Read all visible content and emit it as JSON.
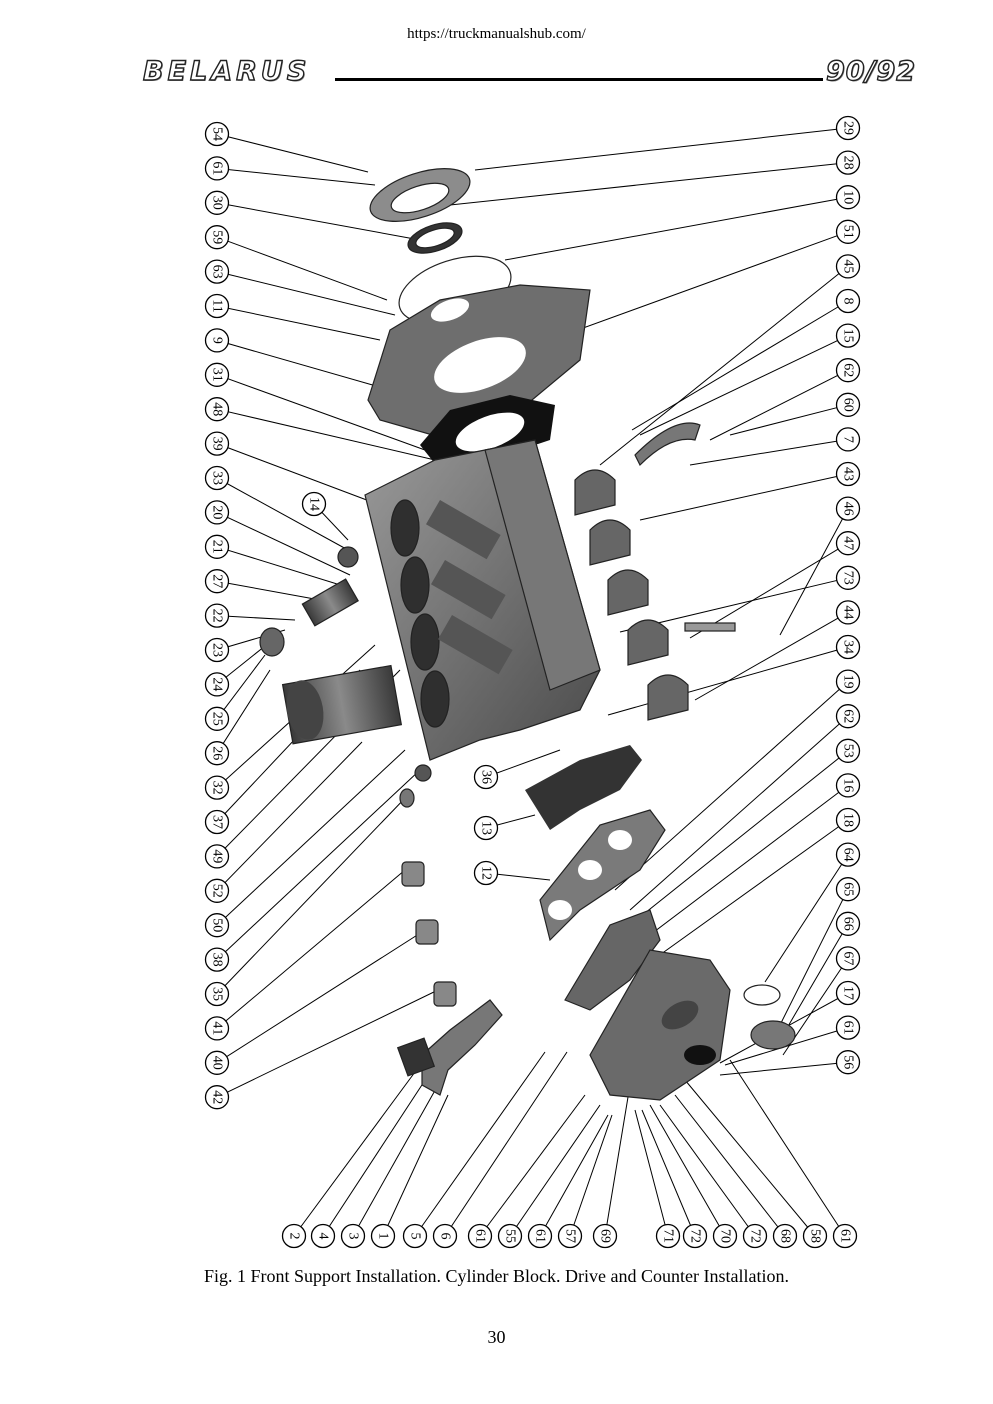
{
  "header": {
    "url": "https://truckmanualshub.com/",
    "brand": "BELARUS",
    "model": "90/92"
  },
  "figure": {
    "left_labels": [
      "54",
      "61",
      "30",
      "59",
      "63",
      "11",
      "9",
      "31",
      "48",
      "39",
      "33",
      "20",
      "21",
      "27",
      "22",
      "23",
      "24",
      "25",
      "26",
      "32",
      "37",
      "49",
      "52",
      "50",
      "38",
      "35",
      "41",
      "40",
      "42"
    ],
    "right_labels": [
      "29",
      "28",
      "10",
      "51",
      "45",
      "8",
      "15",
      "62",
      "60",
      "7",
      "43",
      "46",
      "47",
      "73",
      "44",
      "34",
      "19",
      "62",
      "53",
      "16",
      "18",
      "64",
      "65",
      "66",
      "67",
      "17",
      "61",
      "56"
    ],
    "bottom_labels": [
      "2",
      "4",
      "3",
      "1",
      "5",
      "6",
      "61",
      "55",
      "61",
      "57",
      "69",
      "71",
      "72",
      "70",
      "72",
      "68",
      "58",
      "61"
    ],
    "inner_labels": [
      "14",
      "36",
      "13",
      "12"
    ],
    "caption": "Fig. 1 Front Support Installation. Cylinder Block. Drive and Counter Installation."
  },
  "footer": {
    "page_number": "30"
  }
}
